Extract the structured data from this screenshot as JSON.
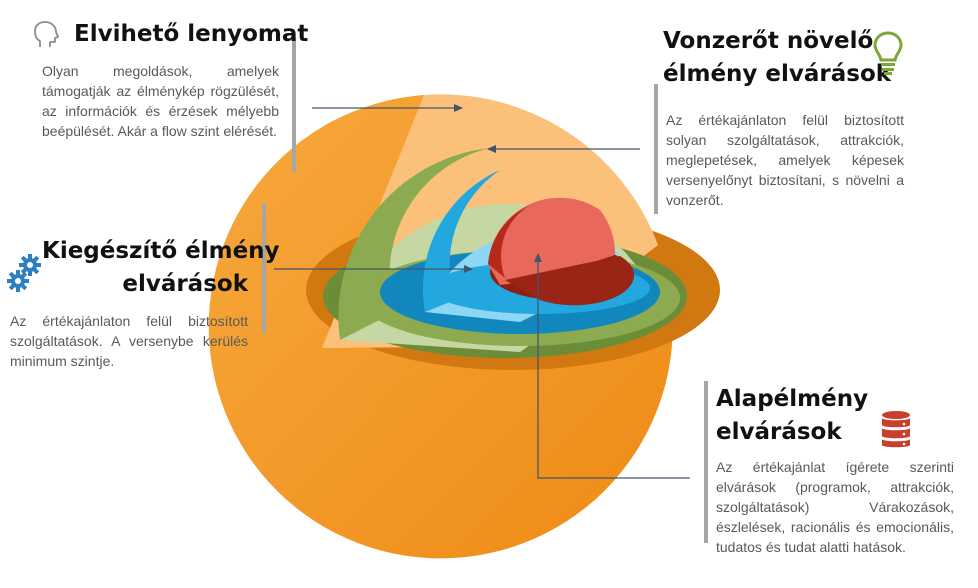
{
  "colors": {
    "outer": "#f59a23",
    "outer_light": "#fbc07a",
    "outer_cut": "#d27811",
    "green": "#8cab50",
    "green_light": "#c5d7a2",
    "green_cut": "#6c8d38",
    "blue": "#22a7de",
    "blue_light": "#8dd6f4",
    "blue_cut": "#1287bd",
    "core": "#e8695b",
    "core_dark": "#b52a1a",
    "core_cut": "#8e2012",
    "icon_green": "#7ea43a",
    "icon_blue": "#2f7fbf",
    "icon_red": "#c8402c"
  },
  "sections": {
    "top_left": {
      "title": "Elvihető lenyomat",
      "text": "Olyan megoldások, amelyek támogatják az élménykép rögzülését, az információk és érzések mélyebb beépülését. Akár a flow szint elérését.",
      "icon": "head-profile-icon"
    },
    "top_right": {
      "title_line1": "Vonzerőt növelő",
      "title_line2": "élmény elvárások",
      "text": "Az értékajánlaton felül biztosított solyan szolgáltatások, attrakciók, meglepetések, amelyek képesek versenyelőnyt biztosítani, s növelni a vonzerőt.",
      "icon": "lightbulb-icon"
    },
    "mid_left": {
      "title_line1": "Kiegészítő élmény",
      "title_line2": "elvárások",
      "text": "Az értékajánlaton felül biztosított szolgáltatások. A versenybe kerülés minimum szintje.",
      "icon": "gears-icon"
    },
    "bottom_right": {
      "title_line1": "Alapélmény",
      "title_line2": "elvárások",
      "text": "Az értékajánlat ígérete szerinti elvárások (programok, attrakciók, szolgáltatások) Várakozások, észlelések, racionális és emocionális, tudatos és tudat alatti hatások.",
      "icon": "database-icon"
    }
  }
}
